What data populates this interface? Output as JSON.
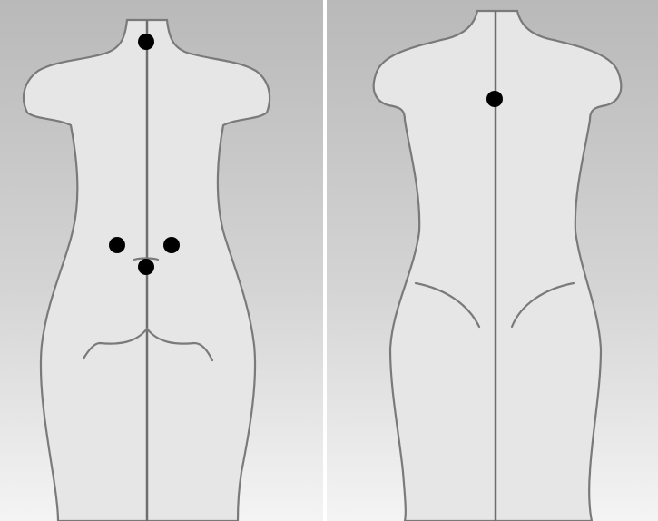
{
  "figure": {
    "panels": [
      {
        "view": "front",
        "markers": [
          {
            "label": "neck"
          },
          {
            "label": "abdomen-left"
          },
          {
            "label": "abdomen-right"
          },
          {
            "label": "navel"
          }
        ]
      },
      {
        "view": "back",
        "markers": [
          {
            "label": "upper-back"
          }
        ]
      }
    ],
    "colors": {
      "background_light": "#f4f4f4",
      "background_dark": "#b9b9b9",
      "body_fill": "#e6e6e6",
      "outline": "#7a7a7a",
      "midline": "#6e6e6e",
      "marker": "#000000"
    }
  }
}
